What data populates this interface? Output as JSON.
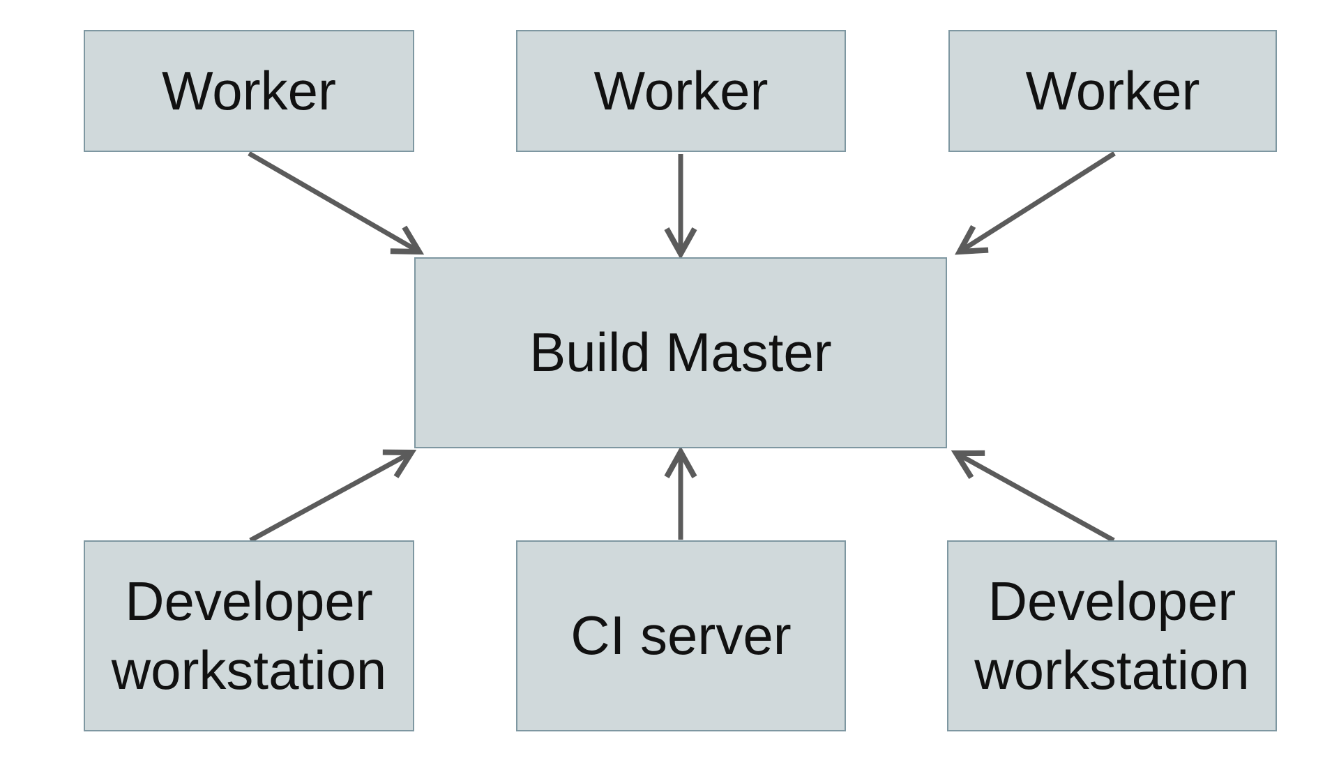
{
  "colors": {
    "background": "#ffffff",
    "node_fill": "#d0d9db",
    "node_border": "#7e97a1",
    "arrow": "#5b5b5b",
    "text": "#111111"
  },
  "nodes": {
    "worker_top_left": {
      "label": "Worker"
    },
    "worker_top_center": {
      "label": "Worker"
    },
    "worker_top_right": {
      "label": "Worker"
    },
    "build_master": {
      "label": "Build Master"
    },
    "developer_workstation_left": {
      "label": "Developer workstation"
    },
    "ci_server": {
      "label": "CI server"
    },
    "developer_workstation_right": {
      "label": "Developer workstation"
    }
  },
  "edges": [
    {
      "from": "worker_top_left",
      "to": "build_master"
    },
    {
      "from": "worker_top_center",
      "to": "build_master"
    },
    {
      "from": "worker_top_right",
      "to": "build_master"
    },
    {
      "from": "developer_workstation_left",
      "to": "build_master"
    },
    {
      "from": "ci_server",
      "to": "build_master"
    },
    {
      "from": "developer_workstation_right",
      "to": "build_master"
    }
  ]
}
